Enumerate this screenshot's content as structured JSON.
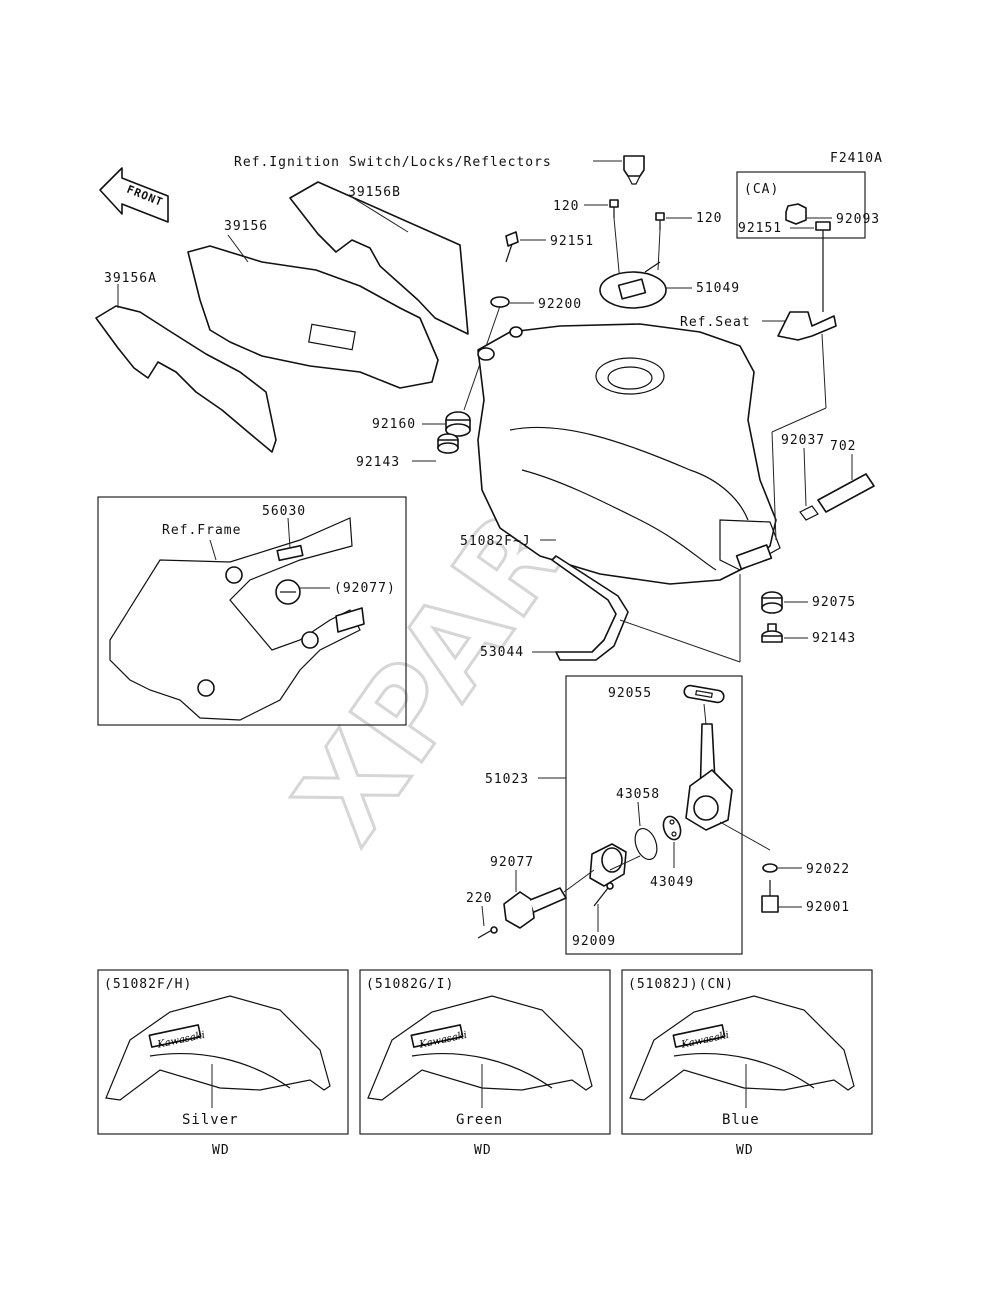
{
  "diagram_id": "F2410A",
  "front_label": "FRONT",
  "watermark": "XPARTS",
  "labels": {
    "ref_ignition": "Ref.Ignition Switch/Locks/Reflectors",
    "ref_seat": "Ref.Seat",
    "ref_frame": "Ref.Frame",
    "ca": "(CA)",
    "p39156B": "39156B",
    "p39156": "39156",
    "p39156A": "39156A",
    "p120a": "120",
    "p120b": "120",
    "p92093": "92093",
    "p92151a": "92151",
    "p92151b": "92151",
    "p92200": "92200",
    "p51049": "51049",
    "p92160": "92160",
    "p92143a": "92143",
    "p702": "702",
    "p92037": "92037",
    "p56030": "56030",
    "p92077a": "(92077)",
    "p51082": "51082F~J",
    "p92075": "92075",
    "p92143b": "92143",
    "p53044": "53044",
    "p92055": "92055",
    "p51023": "51023",
    "p43058": "43058",
    "p43049": "43049",
    "p92077b": "92077",
    "p220": "220",
    "p92022": "92022",
    "p92001": "92001",
    "p92009": "92009"
  },
  "variants": [
    {
      "code": "(51082F/H)",
      "color": "Silver",
      "region": "WD"
    },
    {
      "code": "(51082G/I)",
      "color": "Green",
      "region": "WD"
    },
    {
      "code": "(51082J)(CN)",
      "color": "Blue",
      "region": "WD"
    }
  ],
  "tank_logo": "Kawasaki"
}
